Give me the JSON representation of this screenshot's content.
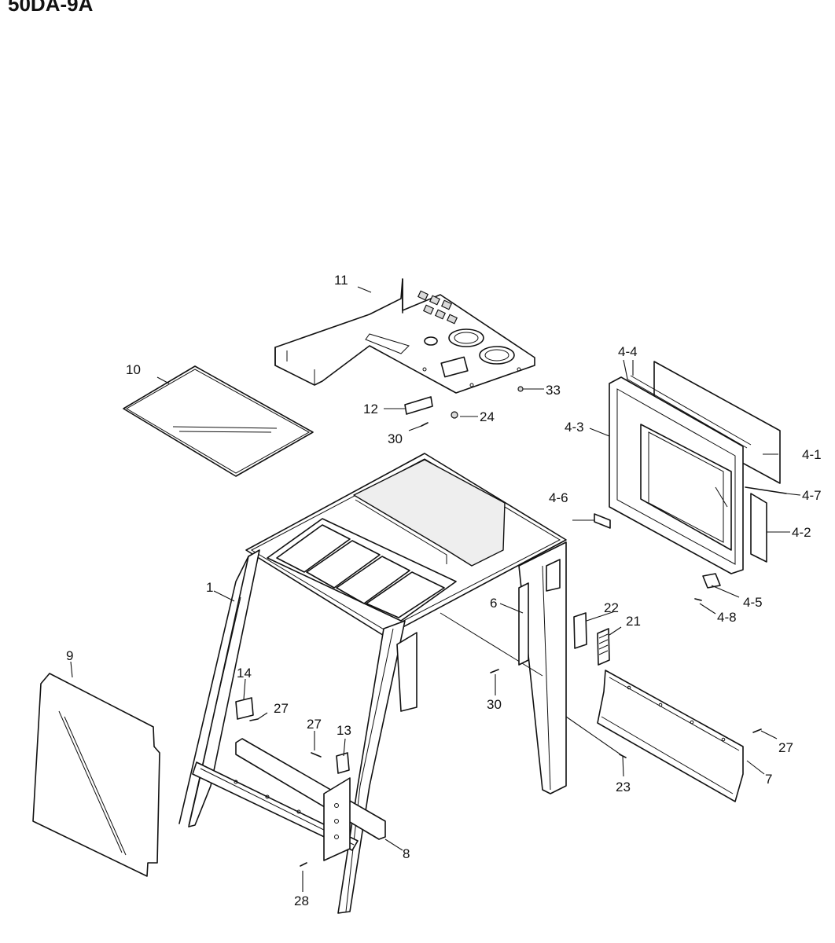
{
  "title": "50DA-9A",
  "callouts": {
    "c1": "1",
    "c4_1": "4-1",
    "c4_2": "4-2",
    "c4_3": "4-3",
    "c4_4": "4-4",
    "c4_5": "4-5",
    "c4_6": "4-6",
    "c4_7": "4-7",
    "c4_8": "4-8",
    "c6": "6",
    "c7": "7",
    "c8": "8",
    "c9": "9",
    "c10": "10",
    "c11": "11",
    "c12": "12",
    "c13": "13",
    "c14": "14",
    "c21": "21",
    "c22": "22",
    "c23": "23",
    "c24": "24",
    "c27a": "27",
    "c27b": "27",
    "c27c": "27",
    "c28": "28",
    "c30a": "30",
    "c30b": "30",
    "c33": "33"
  }
}
